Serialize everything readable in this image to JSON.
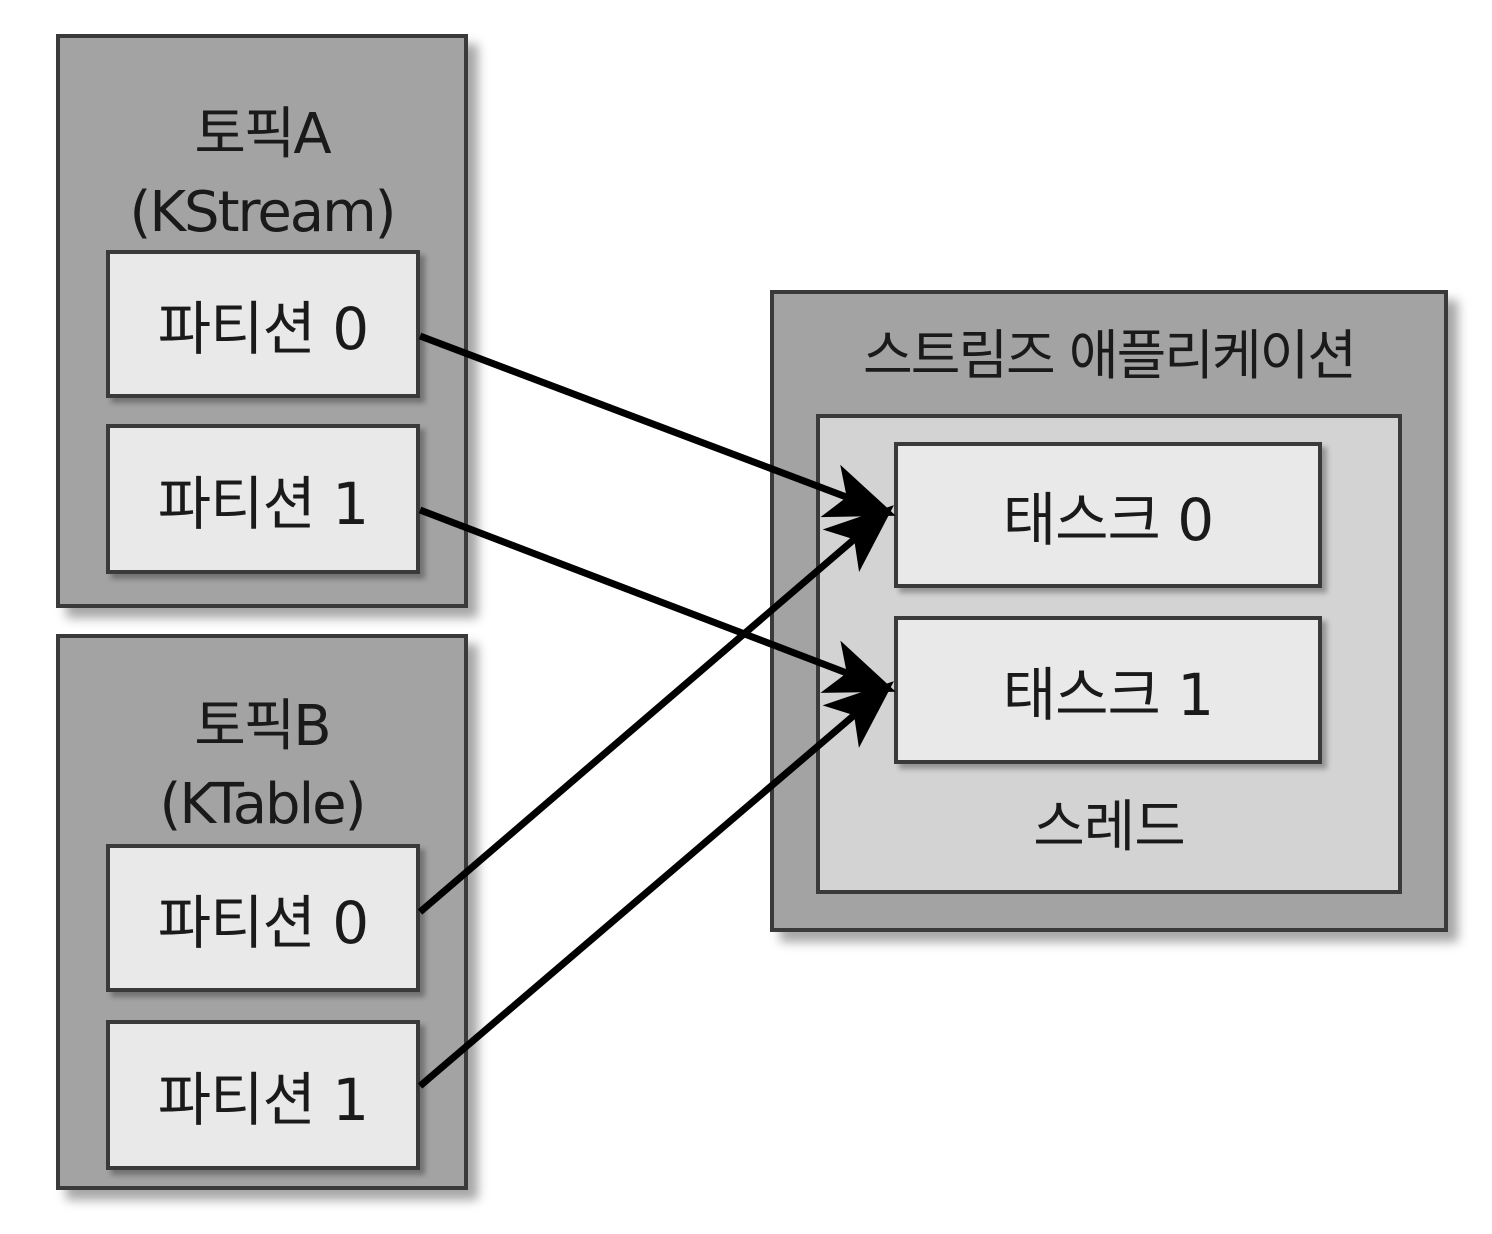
{
  "topic_a": {
    "title_line1": "토픽A",
    "title_line2": "(KStream)",
    "partitions": [
      "파티션 0",
      "파티션 1"
    ]
  },
  "topic_b": {
    "title_line1": "토픽B",
    "title_line2": "(KTable)",
    "partitions": [
      "파티션 0",
      "파티션 1"
    ]
  },
  "streams_app": {
    "title": "스트림즈 애플리케이션",
    "thread_label": "스레드",
    "tasks": [
      "태스크 0",
      "태스크 1"
    ]
  },
  "colors": {
    "panel": "#a3a3a3",
    "thread": "#d3d3d3",
    "box": "#e9e9e9",
    "border": "#3a3a3a",
    "arrow": "#000000"
  }
}
